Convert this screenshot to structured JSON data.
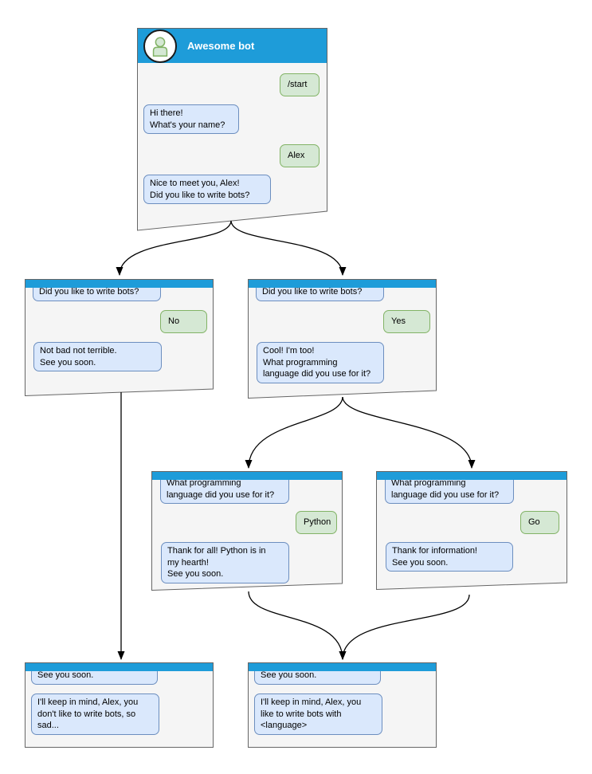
{
  "colors": {
    "titlebar": "#1E9CD9",
    "window_fill": "#F5F5F5",
    "window_border": "#666666",
    "bot_bubble_fill": "#DAE8FC",
    "bot_bubble_border": "#6C8EBF",
    "user_bubble_fill": "#D5E8D4",
    "user_bubble_border": "#82B366",
    "arrow": "#000000",
    "title_text": "#FFFFFF"
  },
  "icons": {
    "bot_avatar": "person-icon"
  },
  "windows": {
    "main": {
      "title": "Awesome bot",
      "messages": [
        {
          "from": "user",
          "text": "/start"
        },
        {
          "from": "bot",
          "text": "Hi there!\nWhat's your name?"
        },
        {
          "from": "user",
          "text": "Alex"
        },
        {
          "from": "bot",
          "text": "Nice to meet you, Alex!\nDid you like to write bots?"
        }
      ]
    },
    "no_branch": {
      "messages": [
        {
          "from": "bot",
          "text": "Did you like to write bots?"
        },
        {
          "from": "user",
          "text": "No"
        },
        {
          "from": "bot",
          "text": "Not bad not terrible.\nSee you soon."
        }
      ]
    },
    "yes_branch": {
      "messages": [
        {
          "from": "bot",
          "text": "Did you like to write bots?"
        },
        {
          "from": "user",
          "text": "Yes"
        },
        {
          "from": "bot",
          "text": "Cool! I'm too!\nWhat programming\nlanguage did you use for it?"
        }
      ]
    },
    "python_branch": {
      "messages": [
        {
          "from": "bot",
          "text": "What programming\nlanguage did you use for it?"
        },
        {
          "from": "user",
          "text": "Python"
        },
        {
          "from": "bot",
          "text": "Thank for all! Python is in\nmy hearth!\nSee you soon."
        }
      ]
    },
    "go_branch": {
      "messages": [
        {
          "from": "bot",
          "text": "What programming\nlanguage did you use for it?"
        },
        {
          "from": "user",
          "text": "Go"
        },
        {
          "from": "bot",
          "text": "Thank for information!\nSee you soon."
        }
      ]
    },
    "end_no": {
      "messages": [
        {
          "from": "bot",
          "text": "See you soon."
        },
        {
          "from": "bot",
          "text": "I'll keep in mind, Alex, you\ndon't like to write bots, so\nsad..."
        }
      ]
    },
    "end_language": {
      "messages": [
        {
          "from": "bot",
          "text": "See you soon."
        },
        {
          "from": "bot",
          "text": "I'll keep in mind, Alex, you\nlike to write bots with\n<language>"
        }
      ]
    }
  }
}
